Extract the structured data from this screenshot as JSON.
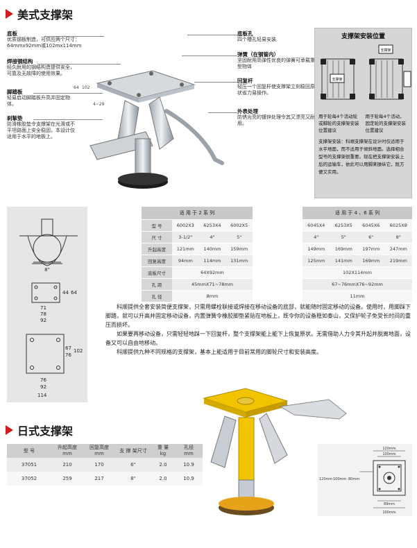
{
  "us": {
    "title": "美式支撑架",
    "ann_left": [
      {
        "title": "底板",
        "text": "优质钢板制造，可供应两个尺寸：64mmx92mm或102mx114mm"
      },
      {
        "title": "焊接钢结构",
        "text": "经久耐用的钢结构造提供安全，可靠及无故障的使用效果。"
      },
      {
        "title": "脚踏板",
        "text": "轻易启动脚踏板升高并固定物体。"
      },
      {
        "title": "刹掣垫",
        "text": "防滑橡胶垫令支撑架在光滑或不平坦路面上安全稳固，本设计仅适用于水平的地板上。"
      }
    ],
    "ann_right": [
      {
        "title": "底板孔",
        "text": "四个槽孔轻易安装"
      },
      {
        "title": "弹簧（在钢管内）",
        "text": "坚固耐用高弹性优良的弹簧可承载重型物体"
      },
      {
        "title": "回复杆",
        "text": "轻压一个回复杆使支撑架立刻稳回原状省力易操作。"
      },
      {
        "title": "外表处理",
        "text": "防锈光亮的镀锌处理令其又漂亮又耐用。"
      }
    ],
    "dim_labels": [
      "64",
      "102",
      "4~29"
    ],
    "chalk": {
      "heading": "支撑架安装位置",
      "caption_left": "用于轮每4个活动轮或脚轮的支撑架安装位置建议",
      "caption_right": "用于轮每4个活动，固定轮的支撑架安装位置建议",
      "label_support": "支撑架",
      "body": "支撑架安装：科顺支撑架在设计时仅适用于水平地面，而不适用于倾斜地面。选择相合型号的支撑架很重要。现在把支撑架安装上后的运输车，依此可以用脚来操纵它，既方便又实用。"
    },
    "drawing_dims": {
      "wheel": "8\"",
      "plate_small": [
        "44",
        "64",
        "71",
        "78",
        "92"
      ],
      "plate_large": [
        "67",
        "76",
        "102",
        "76",
        "92",
        "114"
      ]
    },
    "table_a": {
      "header": "适 用 于  2 系 列",
      "rows": [
        {
          "label": "型  号",
          "values": [
            "6002X3",
            "6253X4",
            "6002X5"
          ]
        },
        {
          "label": "尺  寸",
          "values": [
            "3-1/2\"",
            "4\"",
            "5\""
          ]
        },
        {
          "label": "升起高度",
          "values": [
            "121mm",
            "140mm",
            "159mm"
          ]
        },
        {
          "label": "回复高度",
          "values": [
            "94mm",
            "114mm",
            "131mm"
          ]
        },
        {
          "label": "底板尺寸",
          "merged": "64X92mm"
        },
        {
          "label": "孔  距",
          "merged": "45mmX71~78mm"
        },
        {
          "label": "孔  径",
          "merged": "8mm"
        }
      ]
    },
    "table_b": {
      "header": "适 用 于  4 、6 系 列",
      "rows": [
        {
          "values": [
            "6045X4",
            "6253X5",
            "6045X6",
            "6025X8"
          ]
        },
        {
          "values": [
            "4\"",
            "5\"",
            "6\"",
            "8\""
          ]
        },
        {
          "values": [
            "149mm",
            "169mm",
            "197mm",
            "247mm"
          ]
        },
        {
          "values": [
            "125mm",
            "141mm",
            "169mm",
            "219mm"
          ]
        },
        {
          "merged": "102X114mm"
        },
        {
          "merged": "67~76mmX76~92mm"
        },
        {
          "merged": "11mm"
        }
      ]
    },
    "paragraphs": [
      "科顺提供全套安装简便支撑架，只需用螺栓联接或焊接在移动设备的底部，就能随时固定移动的设备。使用时，用脚踩下脚踏，就可以升高并固定移动设备，内置弹簧令橡胶脚垫紧贴在地板上，既令你的设备稳如泰山，又保护轮子免受长时间的重压而损坏。",
      "如果要再移动设备，只需轻轻地踩一下回复杆，整个支撑架能上能下上恢复原状。无需借助人力令其升起并脱离地面，设备又可以自由地移动。",
      "科顺提供九种不同规格的支撑架，基本上能适用于目前常用的脚轮尺寸和安装高度。"
    ]
  },
  "jp": {
    "title": "日式支撑架",
    "headers": [
      "型  号",
      "升起高度\nmm",
      "回复高度\nmm",
      "支 撑 架尺寸",
      "重 量\nkg",
      "孔径\nmm"
    ],
    "rows": [
      [
        "37051",
        "210",
        "170",
        "6\"",
        "2.0",
        "10.9"
      ],
      [
        "37052",
        "259",
        "217",
        "8\"",
        "2.0",
        "10.9"
      ]
    ],
    "diagram_dims": [
      "120mm",
      "100mm",
      "120mm",
      "100mm",
      "80mm",
      "89mm",
      "100mm"
    ]
  },
  "colors": {
    "accent": "#d01c1c",
    "yellow": "#f2c400",
    "chalkboard": "#d6d6d6"
  }
}
